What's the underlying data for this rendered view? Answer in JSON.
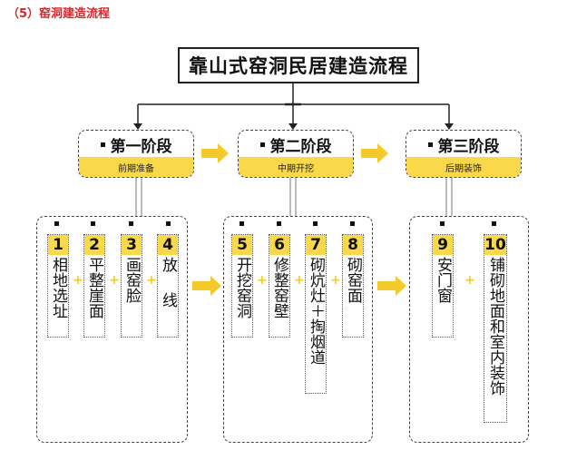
{
  "heading": "（5）窑洞建造流程",
  "title": "靠山式窑洞民居建造流程",
  "stages": [
    {
      "title": "第一阶段",
      "subtitle": "前期准备"
    },
    {
      "title": "第二阶段",
      "subtitle": "中期开挖"
    },
    {
      "title": "第三阶段",
      "subtitle": "后期装饰"
    }
  ],
  "steps": [
    {
      "num": "1",
      "text": "相地选址"
    },
    {
      "num": "2",
      "text": "平整崖面"
    },
    {
      "num": "3",
      "text": "画窑脸"
    },
    {
      "num": "4",
      "text": "放线"
    },
    {
      "num": "5",
      "text": "开挖窑洞"
    },
    {
      "num": "6",
      "text": "修整窑壁"
    },
    {
      "num": "7",
      "text": "砌炕灶＋掏烟道"
    },
    {
      "num": "8",
      "text": "砌窑面"
    },
    {
      "num": "9",
      "text": "安门窗"
    },
    {
      "num": "10",
      "text": "铺砌地面和室内装饰"
    }
  ],
  "plus_symbol": "+",
  "colors": {
    "accent_yellow": "#f9d94a",
    "plus_yellow": "#f5c92a",
    "heading_red": "#d9252b",
    "arrow_yellow": "#f5c92a"
  }
}
